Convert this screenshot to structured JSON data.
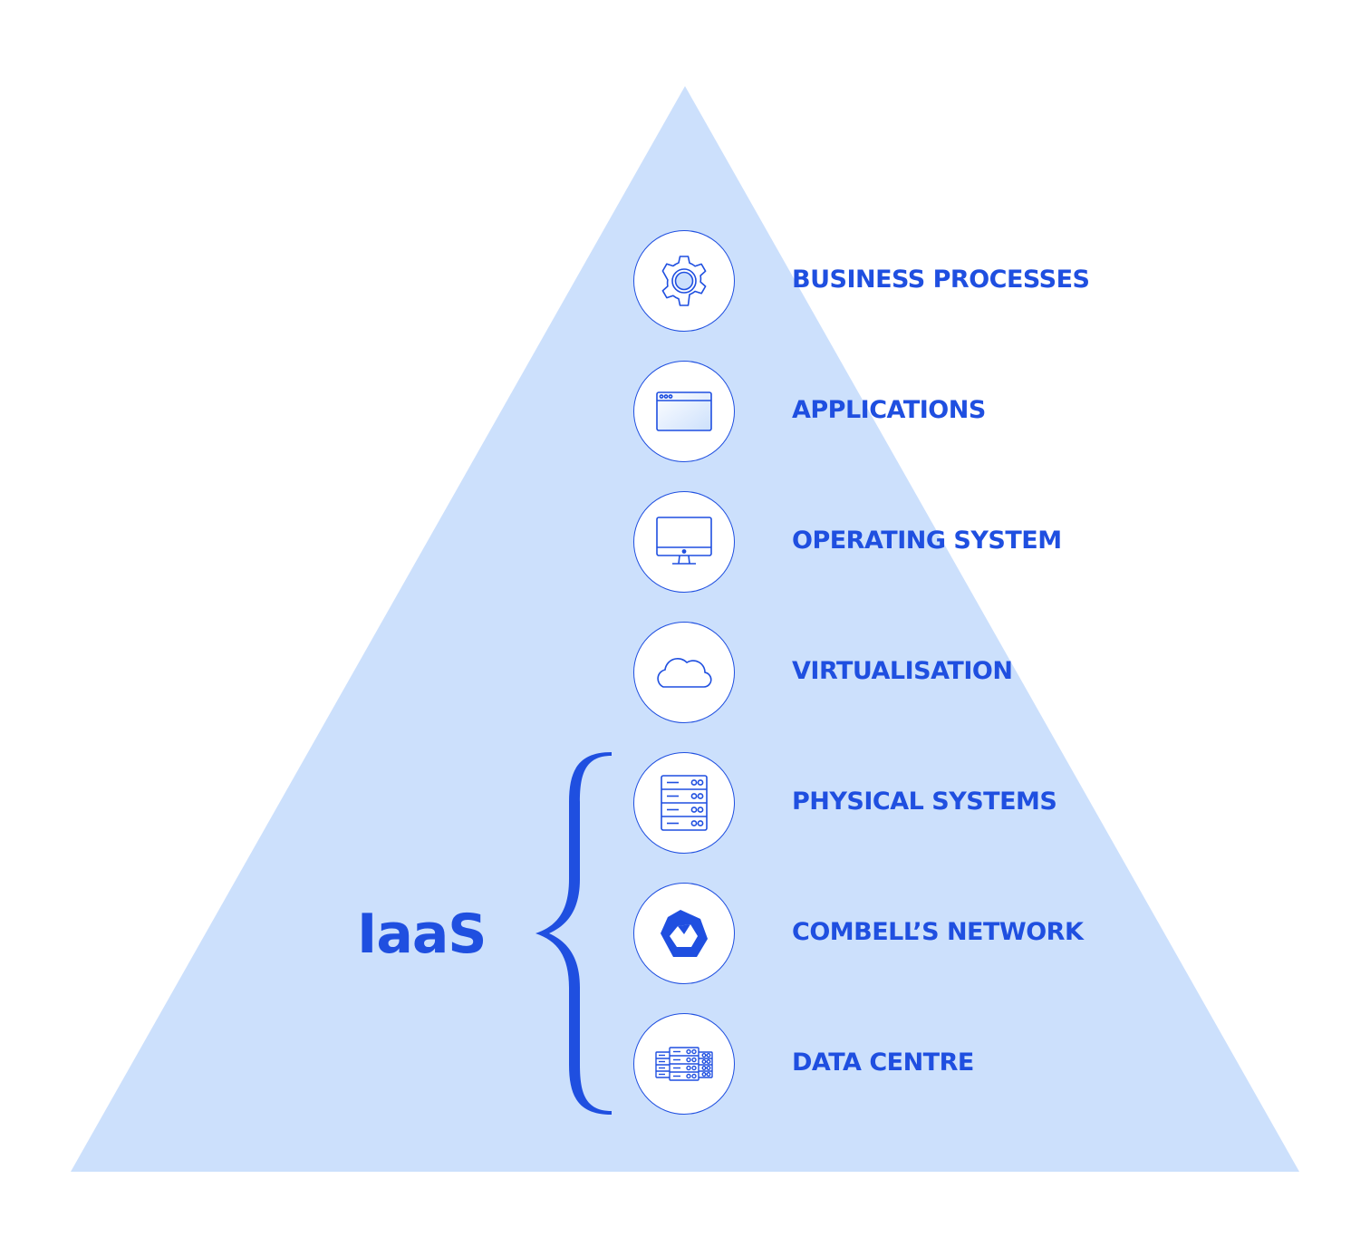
{
  "colors": {
    "pyramid_fill": "#cce0fc",
    "accent": "#1f4fe0",
    "icon_background": "#ffffff",
    "page_background": "#ffffff"
  },
  "layers": [
    {
      "label": "BUSINESS PROCESSES",
      "icon": "gear-icon"
    },
    {
      "label": "APPLICATIONS",
      "icon": "browser-window-icon"
    },
    {
      "label": "OPERATING SYSTEM",
      "icon": "monitor-icon"
    },
    {
      "label": "VIRTUALISATION",
      "icon": "cloud-icon"
    },
    {
      "label": "PHYSICAL SYSTEMS",
      "icon": "server-rack-icon"
    },
    {
      "label": "COMBELL’S NETWORK",
      "icon": "combell-logo-icon"
    },
    {
      "label": "DATA CENTRE",
      "icon": "data-centre-icon"
    }
  ],
  "group": {
    "label": "IaaS",
    "covers_layers": [
      "PHYSICAL SYSTEMS",
      "COMBELL’S NETWORK",
      "DATA CENTRE"
    ]
  }
}
